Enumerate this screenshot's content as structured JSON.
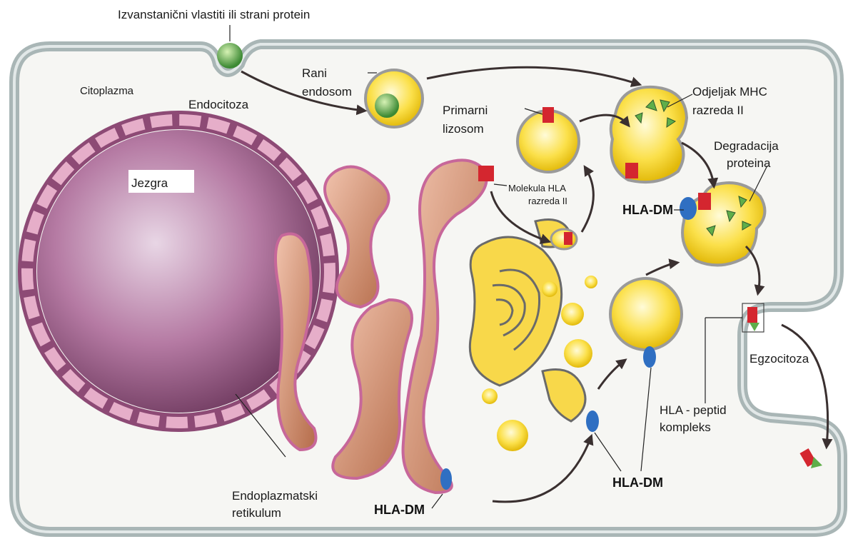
{
  "labels": {
    "foreign_protein": "Izvanstanični vlastiti ili strani protein",
    "cytoplasm": "Citoplazma",
    "endocytosis": "Endocitoza",
    "early_endosome_1": "Rani",
    "early_endosome_2": "endosom",
    "primary_lysosome_1": "Primarni",
    "primary_lysosome_2": "lizosom",
    "mhc_compartment_1": "Odjeljak MHC",
    "mhc_compartment_2": "razreda II",
    "nucleus": "Jezgra",
    "hla_molecule_1": "Molekula HLA",
    "hla_molecule_2": "razreda II",
    "degradation_1": "Degradacija",
    "degradation_2": "proteina",
    "hla_dm_top": "HLA-DM",
    "exocytosis": "Egzocitoza",
    "hla_peptide_1": "HLA - peptid",
    "hla_peptide_2": "kompleks",
    "hla_dm_middle": "HLA-DM",
    "er_1": "Endoplazmatski",
    "er_2": "retikulum",
    "hla_dm_bottom": "HLA-DM"
  },
  "colors": {
    "membrane": "#a9b6b6",
    "cytoplasm": "#f7f7f5",
    "nucleus": "#b9739f",
    "nuclear_envelope": "#e3a9c4",
    "er": "#c98a66",
    "vesicle": "#f7d72a",
    "vesicle_rim": "#8c8c8c",
    "protein": "#5fae4a",
    "hla_class_ii": "#d4262f",
    "hla_dm": "#2f6fc2"
  }
}
